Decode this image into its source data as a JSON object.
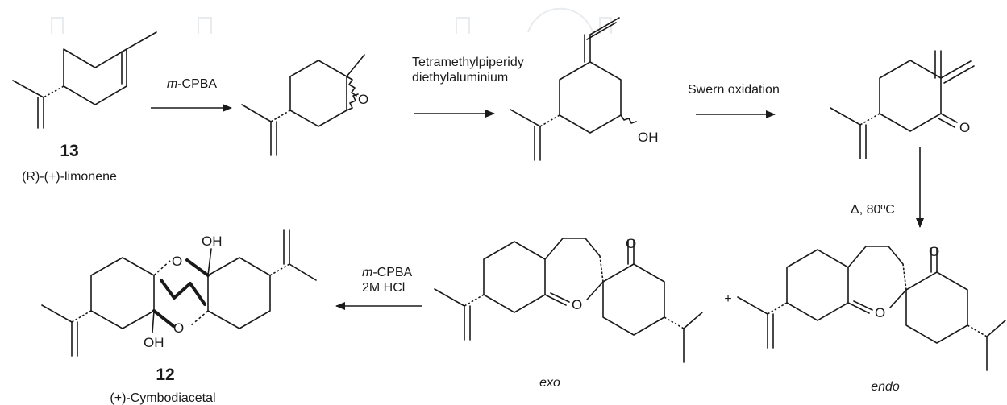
{
  "reagents": {
    "r1": "m-CPBA",
    "r2_line1": "Tetramethylpiperidy",
    "r2_line2": "diethylaluminium",
    "r3": "Swern oxidation",
    "r4": "Δ, 80ºC",
    "r5_line1": "m-CPBA",
    "r5_line2": "2M HCl"
  },
  "compounds": {
    "limonene": {
      "number": "13",
      "name": "(R)-(+)-limonene"
    },
    "cymbodiacetal": {
      "number": "12",
      "name": "(+)-Cymbodiacetal"
    },
    "exo_label": "exo",
    "endo_label": "endo",
    "plus": "+"
  },
  "atoms": {
    "epoxide_o": "O",
    "hydroxyl": "OH",
    "ketone_o": "O",
    "ring_o": "O"
  }
}
